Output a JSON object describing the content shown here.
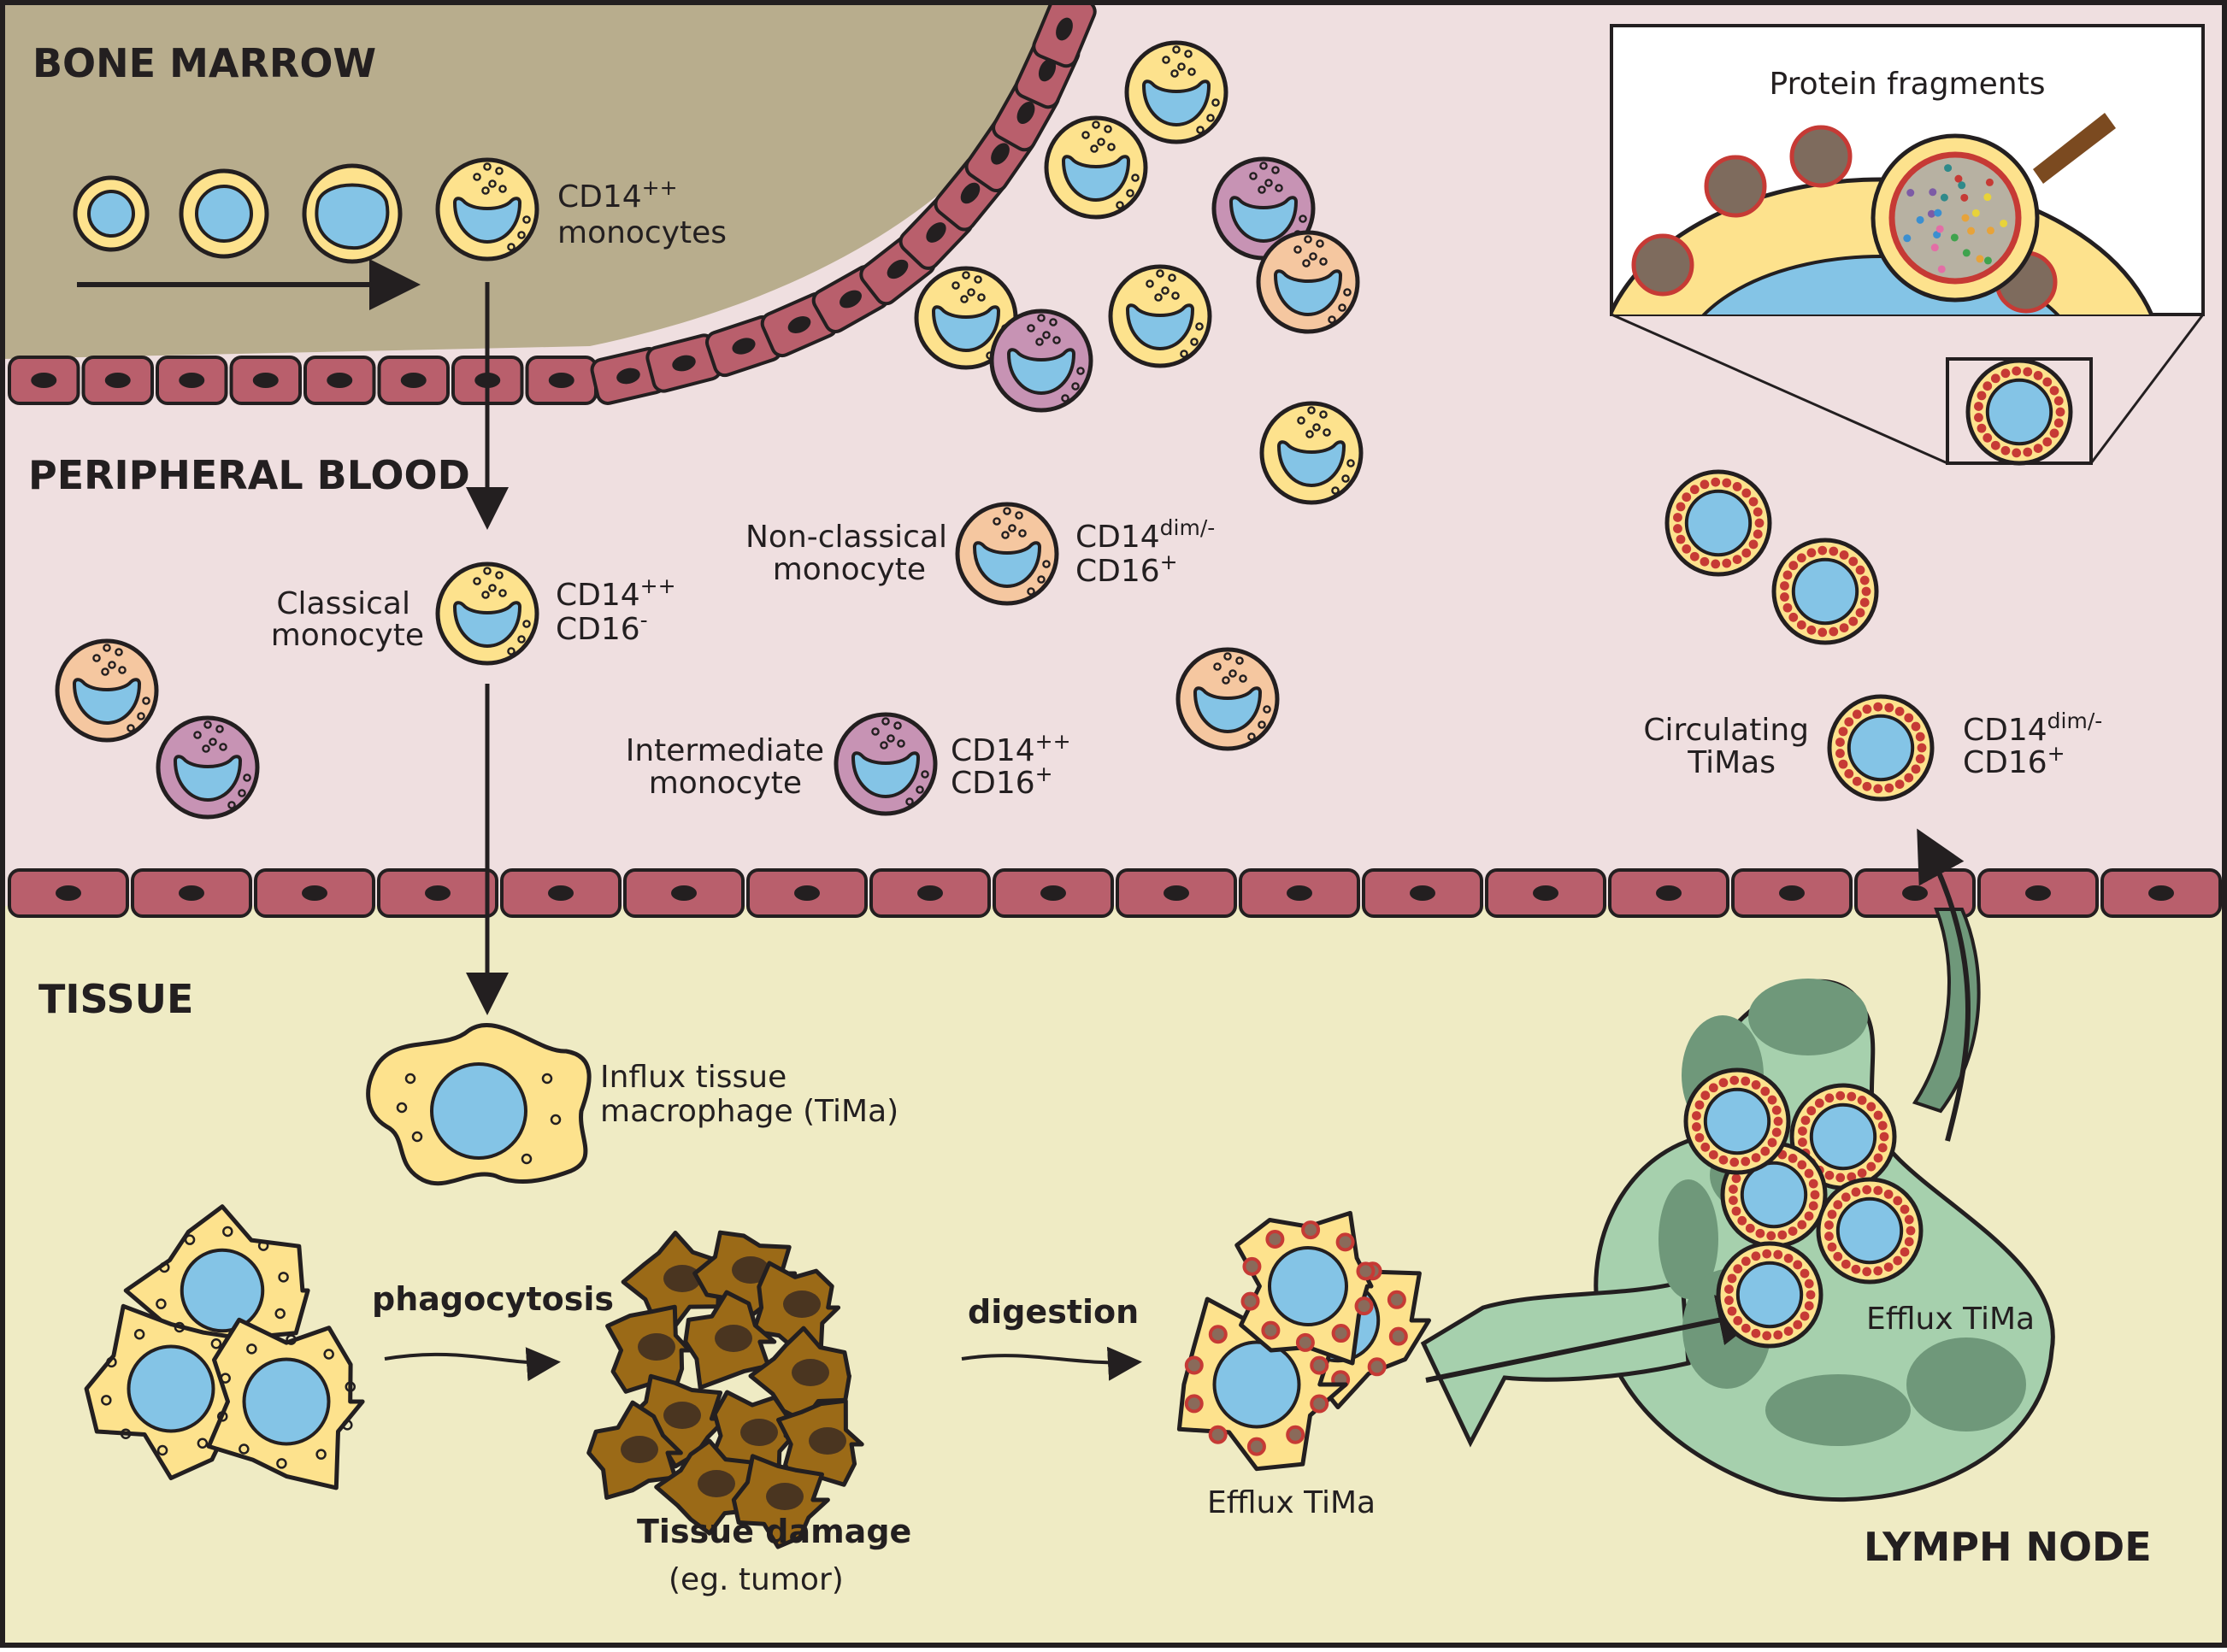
{
  "regions": {
    "bone_marrow": "BONE MARROW",
    "peripheral_blood": "PERIPHERAL BLOOD",
    "tissue": "TISSUE",
    "lymph_node": "LYMPH NODE"
  },
  "labels": {
    "cd14_marker": "CD14",
    "sup_pp": "++",
    "sup_minus": "-",
    "sup_plus": "+",
    "sup_dim": "dim/-",
    "cd16_marker": "CD16",
    "bm_monocytes": "monocytes",
    "classical_line1": "Classical",
    "classical_line2": "monocyte",
    "nonclassical_line1": "Non-classical",
    "nonclassical_line2": "monocyte",
    "intermediate_line1": "Intermediate",
    "intermediate_line2": "monocyte",
    "circulating_line1": "Circulating",
    "circulating_line2": "TiMas",
    "influx_line1": "Influx tissue",
    "influx_line2": "macrophage (TiMa)",
    "phagocytosis": "phagocytosis",
    "digestion": "digestion",
    "tissue_damage": "Tissue damage",
    "tissue_damage_example": "(eg. tumor)",
    "efflux_tima_tissue": "Efflux TiMa",
    "efflux_tima_node": "Efflux TiMa",
    "inset_title": "Protein fragments"
  },
  "colors": {
    "bone_marrow": "#b8ad8d",
    "blood": "#efdfe0",
    "tissue": "#efebc4",
    "endothelium": "#b95f6c",
    "nucleus": "#84c4e6",
    "classical_cell": "#fde28d",
    "nonclassical_cell": "#f5c7a0",
    "intermediate_cell": "#c793b4",
    "damaged_tissue": "#9b6a17",
    "lymph_node": "#a6d0ad",
    "lymph_node_follicle": "#6f987a",
    "protein_fragment_spot": "#c63a35",
    "inset_probe": "#7b4a20"
  }
}
